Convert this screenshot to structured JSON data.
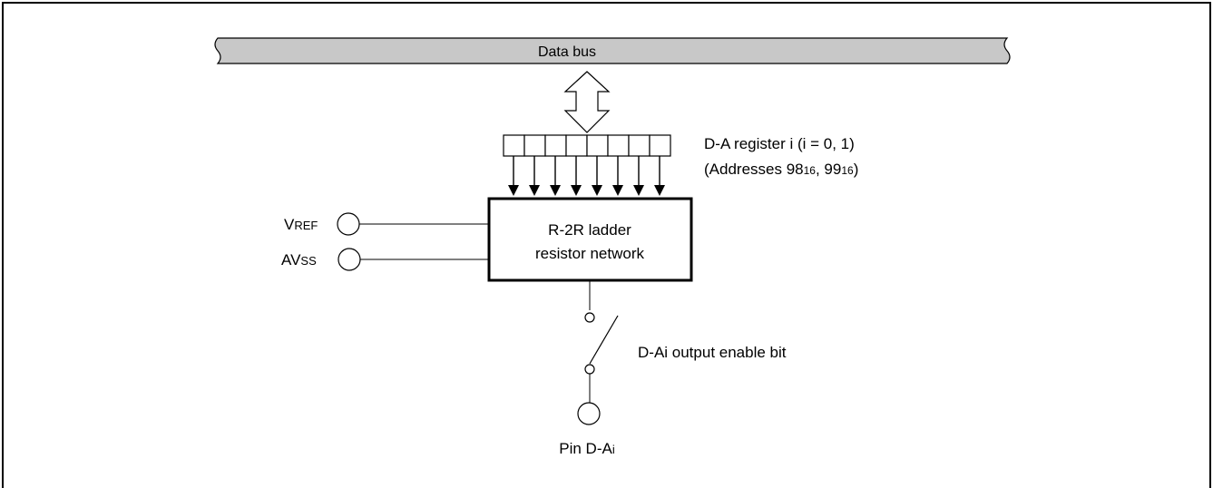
{
  "diagram": {
    "data_bus_label": "Data bus",
    "register_label": "D-A register i (i = 0, 1)",
    "address_label": {
      "prefix": "(Addresses 98",
      "sub1": "16",
      "middle": ", 99",
      "sub2": "16",
      "suffix": ")"
    },
    "register_bits": 8,
    "ladder_label_line1": "R-2R ladder",
    "ladder_label_line2": "resistor network",
    "vref_pin": {
      "main": "V",
      "small": "REF"
    },
    "avss_pin": {
      "main": "AV",
      "small": "SS"
    },
    "switch_label": "D-Ai output enable bit",
    "output_pin": {
      "main": "Pin D-A",
      "sub": "i"
    },
    "colors": {
      "bus_fill": "#c8c8c8",
      "line": "#000000",
      "background": "#ffffff"
    }
  }
}
